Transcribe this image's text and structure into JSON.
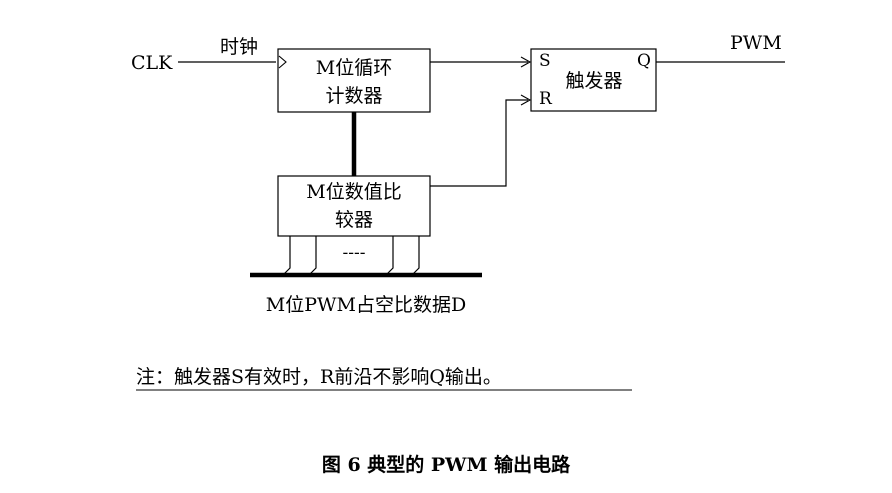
{
  "diagram": {
    "clk_label": "CLK",
    "clock_label": "时钟",
    "counter_box": {
      "line1": "M位循环",
      "line2": "计数器"
    },
    "comparator_box": {
      "line1": "M位数值比",
      "line2": "较器"
    },
    "trigger_box": {
      "s_pin": "S",
      "r_pin": "R",
      "q_pin": "Q",
      "label": "触发器"
    },
    "pwm_label": "PWM",
    "bus_dashes": "----",
    "data_bus_label": "M位PWM占空比数据D"
  },
  "note": "注：触发器S有效时，R前沿不影响Q输出。",
  "caption": "图 6 典型的 PWM 输出电路"
}
